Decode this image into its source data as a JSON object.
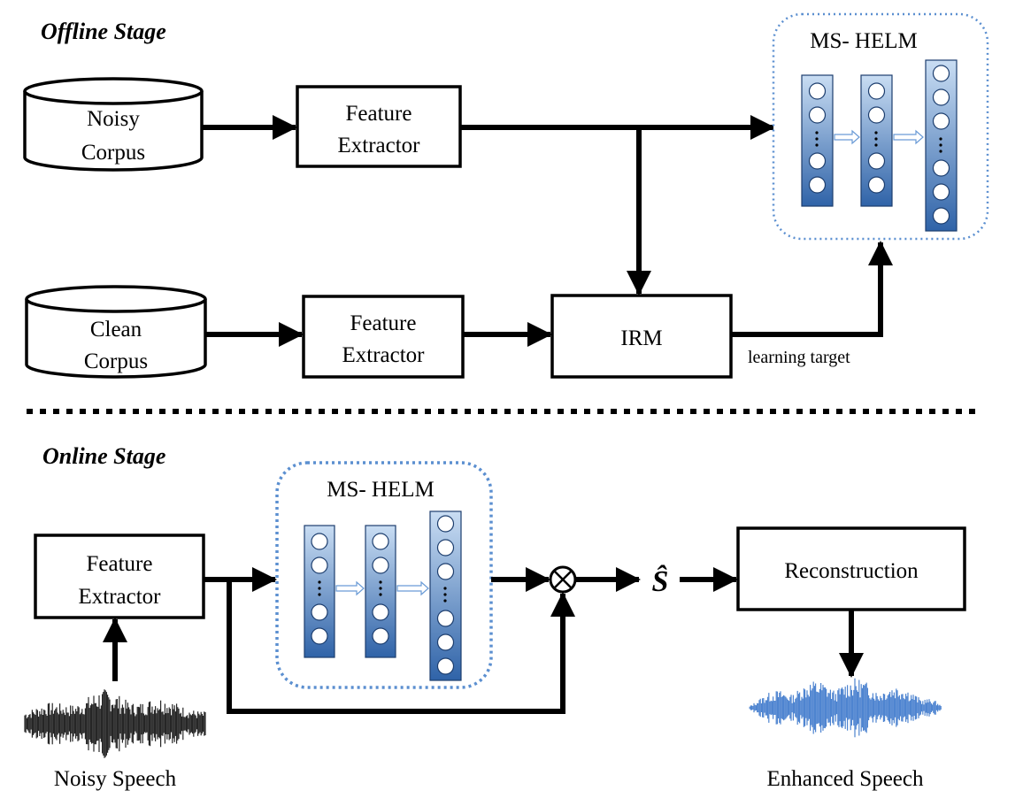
{
  "offline": {
    "title": "Offline Stage",
    "noisy_corpus": [
      "Noisy",
      "Corpus"
    ],
    "clean_corpus": [
      "Clean",
      "Corpus"
    ],
    "feature_extractor_top": [
      "Feature",
      "Extractor"
    ],
    "feature_extractor_bottom": [
      "Feature",
      "Extractor"
    ],
    "irm": "IRM",
    "learning_target": "learning target",
    "helm_title": "MS- HELM"
  },
  "online": {
    "title": "Online Stage",
    "feature_extractor": [
      "Feature",
      "Extractor"
    ],
    "helm_title": "MS- HELM",
    "multiply_symbol": "⊗",
    "s_hat": "Ŝ",
    "reconstruction": "Reconstruction",
    "noisy_speech": "Noisy Speech",
    "enhanced_speech": "Enhanced Speech"
  },
  "colors": {
    "helm_border": "#5b8fd0",
    "layer_top": "#c9ddf3",
    "layer_bottom": "#2f63a8",
    "noisy_wave": "#000000",
    "enhanced_wave": "#2f6fc8"
  }
}
